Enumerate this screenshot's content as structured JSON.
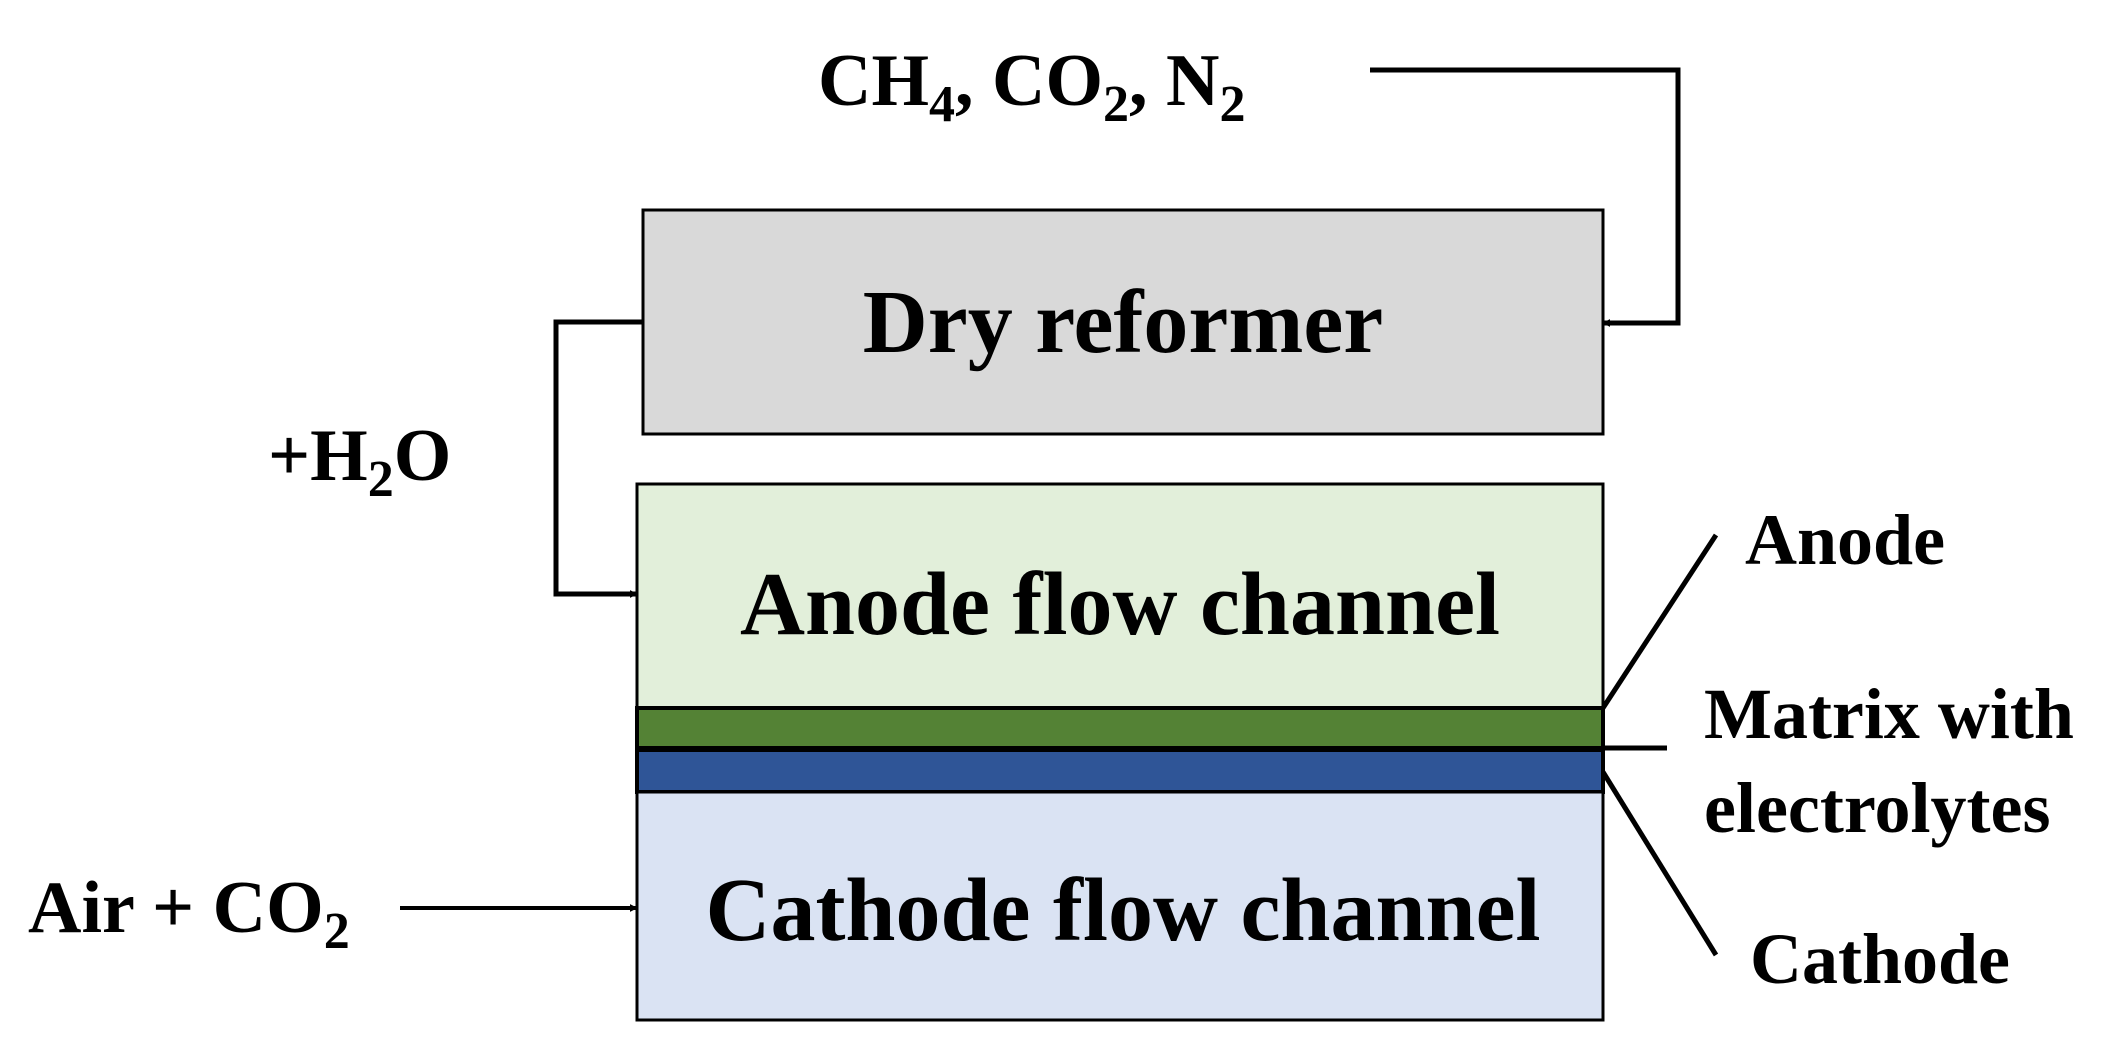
{
  "blocks": {
    "reformer": {
      "label": "Dry reformer",
      "fill": "#d9d9d9"
    },
    "anode_channel": {
      "label": "Anode flow channel",
      "fill": "#e2efda"
    },
    "anode_layer": {
      "fill": "#548235"
    },
    "cathode_layer": {
      "fill": "#2f5597"
    },
    "cathode_channel": {
      "label": "Cathode flow channel",
      "fill": "#dae3f3"
    }
  },
  "labels": {
    "anode": "Anode",
    "matrix_line1": "Matrix with",
    "matrix_line2": "electrolytes",
    "cathode": "Cathode"
  },
  "feeds": {
    "fuel": {
      "ch": "CH",
      "ch_sub": "4",
      "co": ", CO",
      "co_sub": "2",
      "n": ", N",
      "n_sub": "2"
    },
    "water": {
      "pre": "+H",
      "sub": "2",
      "post": "O"
    },
    "air": {
      "pre": "Air + CO",
      "sub": "2"
    }
  },
  "colors": {
    "line": "#000000",
    "text": "#000000"
  }
}
